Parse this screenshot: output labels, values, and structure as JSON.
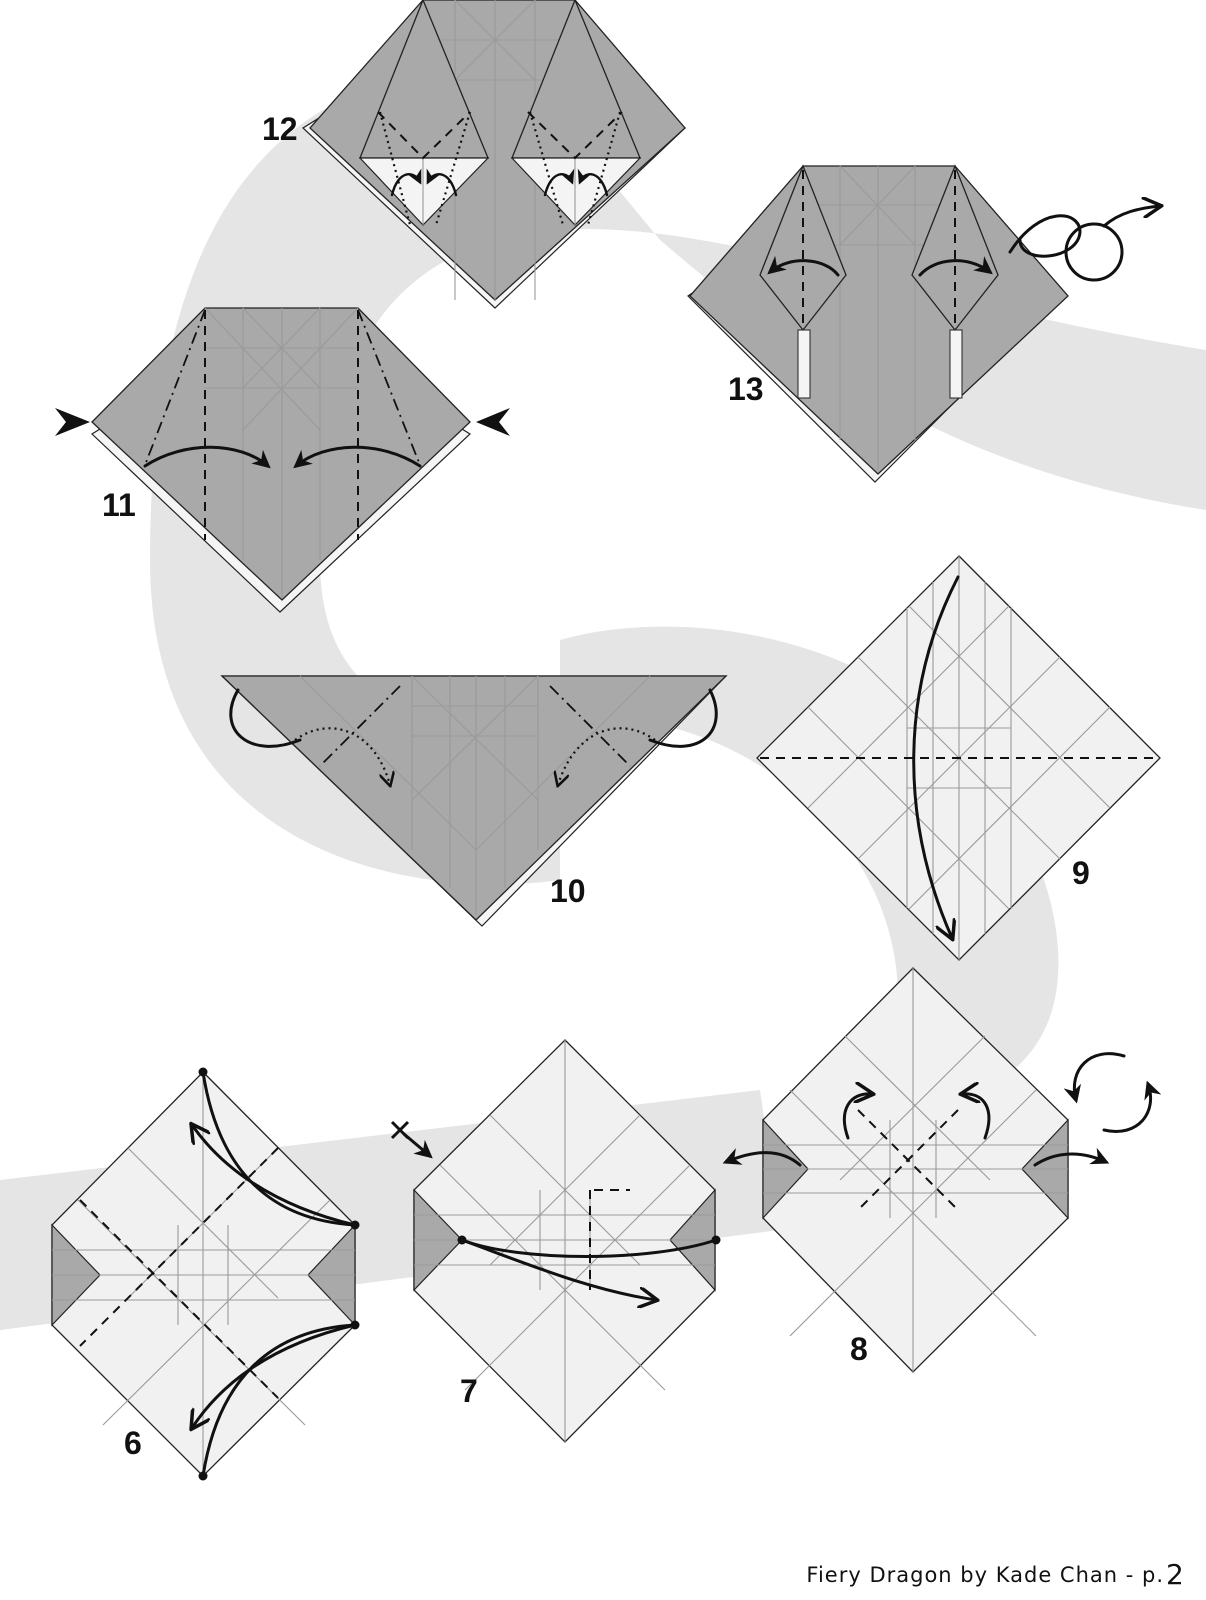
{
  "steps": [
    {
      "number": "6"
    },
    {
      "number": "7"
    },
    {
      "number": "8"
    },
    {
      "number": "9"
    },
    {
      "number": "10"
    },
    {
      "number": "11"
    },
    {
      "number": "12"
    },
    {
      "number": "13"
    }
  ],
  "footer": {
    "title": "Fiery Dragon by Kade Chan - p.",
    "page": "2"
  },
  "colors": {
    "paper_white": "#f1f1f1",
    "paper_gray": "#a9a9a9",
    "swirl_background": "#e4e4e4",
    "ink": "#111111"
  },
  "icons": [
    "push-arrow-icon",
    "turn-over-icon",
    "rotate-icon",
    "x-ray-reference-icon",
    "fold-arrow-icon",
    "unfold-arrow-icon"
  ]
}
